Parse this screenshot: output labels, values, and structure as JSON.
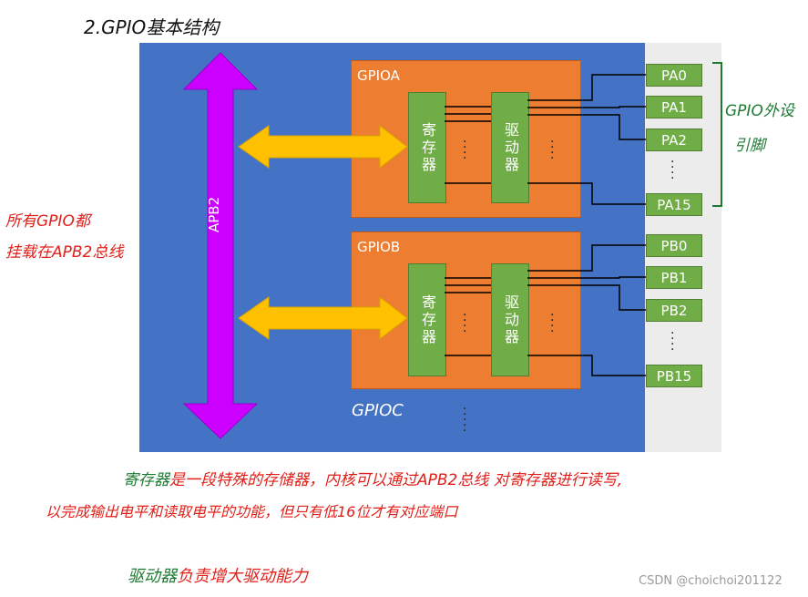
{
  "title": "2.GPIO基本结构",
  "bus_label": "APB2",
  "gpioa": {
    "label": "GPIOA",
    "register_label": "寄存器",
    "driver_label": "驱动器"
  },
  "gpiob": {
    "label": "GPIOB",
    "register_label": "寄存器",
    "driver_label": "驱动器"
  },
  "gpioc_label": "GPIOC",
  "pins_a": [
    "PA0",
    "PA1",
    "PA2",
    "PA15"
  ],
  "pins_b": [
    "PB0",
    "PB1",
    "PB2",
    "PB15"
  ],
  "annotations": {
    "pins_note_line1": "GPIO外设",
    "pins_note_line2": "引脚",
    "bus_note_line1": "所有GPIO都",
    "bus_note_line2": "挂载在APB2总线",
    "register_note_prefix": "寄存器",
    "register_note_line1": "是一段特殊的存储器，内核可以通过APB2总线 对寄存器进行读写,",
    "register_note_line2": "以完成输出电平和读取电平的功能，但只有低16位才有对应端口",
    "driver_note_prefix": "驱动器",
    "driver_note_text": "负责增大驱动能力"
  },
  "watermark": "CSDN @choichoi201122",
  "colors": {
    "panel": "#4472c4",
    "gpio_block": "#ed7d31",
    "inner_box": "#70ad47",
    "bus_arrow": "#cc00ff",
    "data_arrow": "#ffc000",
    "note_red": "#e0201a",
    "note_green": "#1e7a32"
  }
}
